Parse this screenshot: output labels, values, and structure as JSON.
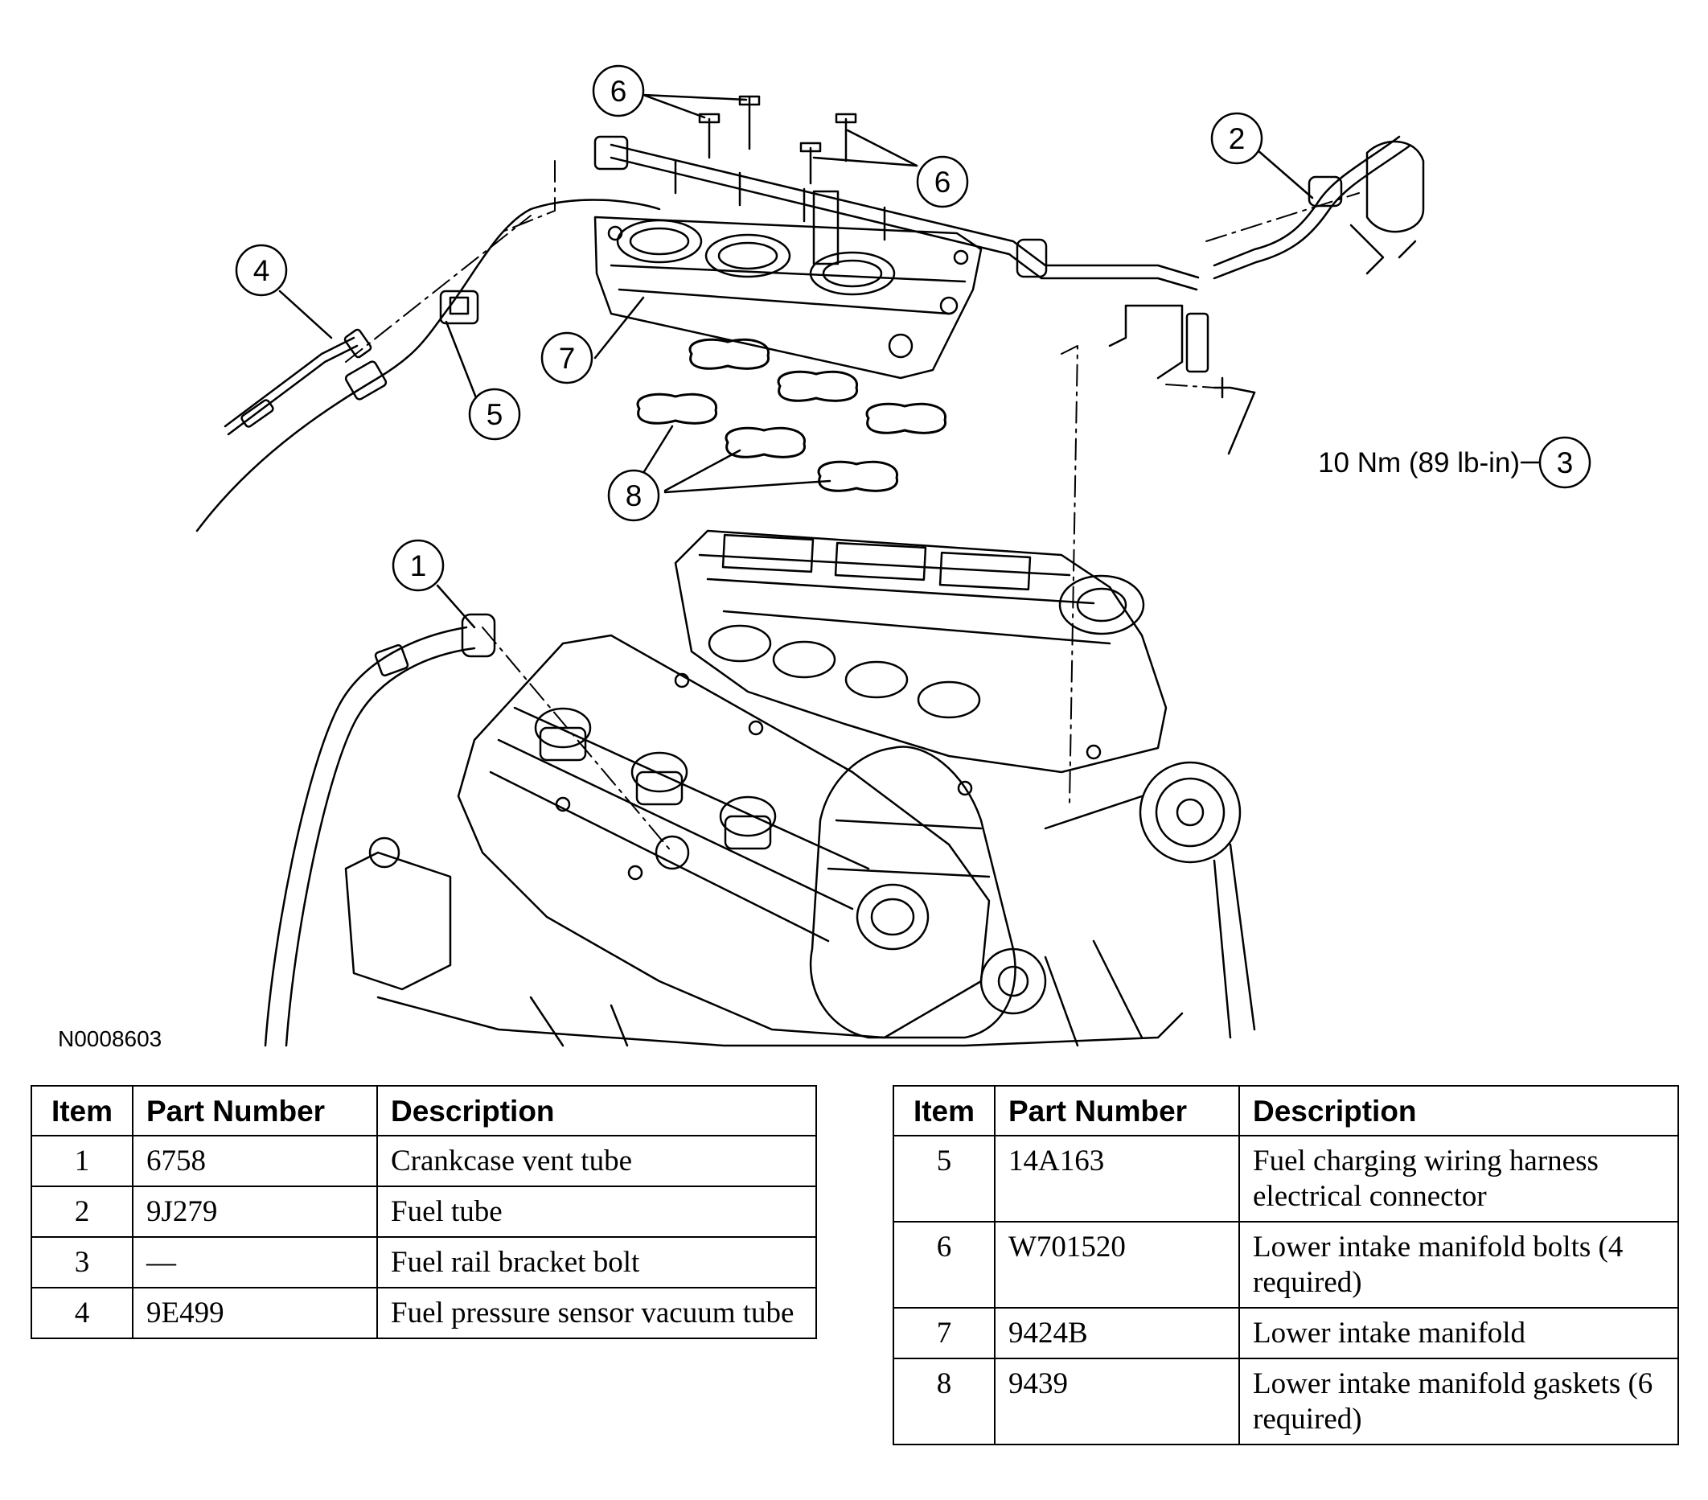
{
  "figure_id": "N0008603",
  "callouts": {
    "c1": "1",
    "c2": "2",
    "c3": "3",
    "c4": "4",
    "c5": "5",
    "c6a": "6",
    "c6b": "6",
    "c7": "7",
    "c8": "8"
  },
  "torque_label": "10 Nm (89 lb-in)",
  "tables": {
    "headers": {
      "item": "Item",
      "part": "Part Number",
      "desc": "Description"
    },
    "left": [
      {
        "item": "1",
        "part": "6758",
        "desc": "Crankcase vent tube"
      },
      {
        "item": "2",
        "part": "9J279",
        "desc": "Fuel tube"
      },
      {
        "item": "3",
        "part": "—",
        "desc": "Fuel rail bracket bolt"
      },
      {
        "item": "4",
        "part": "9E499",
        "desc": "Fuel pressure sensor vacuum tube"
      }
    ],
    "right": [
      {
        "item": "5",
        "part": "14A163",
        "desc": "Fuel charging wiring harness electrical connector"
      },
      {
        "item": "6",
        "part": "W701520",
        "desc": "Lower intake manifold bolts (4 required)"
      },
      {
        "item": "7",
        "part": "9424B",
        "desc": "Lower intake manifold"
      },
      {
        "item": "8",
        "part": "9439",
        "desc": "Lower intake manifold gaskets (6 required)"
      }
    ]
  }
}
